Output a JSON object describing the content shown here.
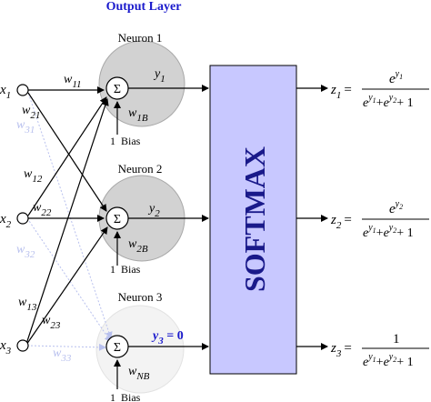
{
  "layer_title": "Output Layer",
  "neurons": [
    {
      "label": "Neuron 1",
      "sum": "Σ",
      "y_main": "y",
      "y_sub": "1",
      "bias_w_main": "w",
      "bias_w_sub": "1B",
      "bias_label": "1  Bias"
    },
    {
      "label": "Neuron 2",
      "sum": "Σ",
      "y_main": "y",
      "y_sub": "2",
      "bias_w_main": "w",
      "bias_w_sub": "2B",
      "bias_label": "1  Bias"
    },
    {
      "label": "Neuron 3",
      "sum": "Σ",
      "y_main": "y",
      "y_sub": "3",
      "y_suffix": " = 0",
      "bias_w_main": "w",
      "bias_w_sub": "NB",
      "bias_label": "1  Bias"
    }
  ],
  "inputs": [
    {
      "main": "x",
      "sub": "1"
    },
    {
      "main": "x",
      "sub": "2"
    },
    {
      "main": "x",
      "sub": "3"
    }
  ],
  "weights": [
    {
      "main": "w",
      "sub": "11"
    },
    {
      "main": "w",
      "sub": "21"
    },
    {
      "main": "w",
      "sub": "31"
    },
    {
      "main": "w",
      "sub": "12"
    },
    {
      "main": "w",
      "sub": "22"
    },
    {
      "main": "w",
      "sub": "32"
    },
    {
      "main": "w",
      "sub": "13"
    },
    {
      "main": "w",
      "sub": "23"
    },
    {
      "main": "w",
      "sub": "33"
    }
  ],
  "softmax_label": "SOFTMAX",
  "outputs": [
    {
      "z_main": "z",
      "z_sub": "1",
      "eq": "=",
      "numerator": "e^y1",
      "num_base": "e",
      "num_exp": "y",
      "num_exp_sub": "1",
      "den_base1": "e",
      "den_exp1_sub": "1",
      "den_plus1": "+",
      "den_base2": "e",
      "den_exp2_sub": "2",
      "den_plus2": "+ 1"
    },
    {
      "z_main": "z",
      "z_sub": "2",
      "eq": "=",
      "numerator": "e^y2",
      "num_base": "e",
      "num_exp": "y",
      "num_exp_sub": "2",
      "den_base1": "e",
      "den_exp1_sub": "1",
      "den_plus1": "+",
      "den_base2": "e",
      "den_exp2_sub": "2",
      "den_plus2": "+ 1"
    },
    {
      "z_main": "z",
      "z_sub": "3",
      "eq": "=",
      "numerator": "1",
      "num_base": "1",
      "den_base1": "e",
      "den_exp1_sub": "1",
      "den_plus1": "+",
      "den_base2": "e",
      "den_exp2_sub": "2",
      "den_plus2": "+ 1"
    }
  ],
  "colors": {
    "accent_blue": "#1a1acc",
    "neuron_fill": "#d2d2d2",
    "neuron_stroke": "#a8a8a8",
    "softmax_fill": "#c8c8ff",
    "softmax_text": "#1a1a8a",
    "faded": "#b8c0ee"
  }
}
